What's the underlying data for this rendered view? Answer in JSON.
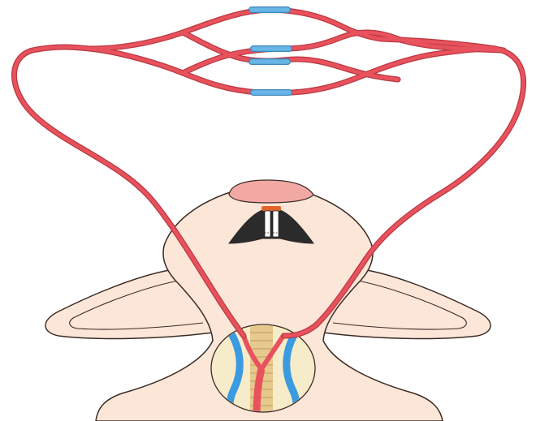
{
  "figure": {
    "description_labels": [],
    "colors": {
      "background": "#ffffff",
      "skin": "#fbe6d8",
      "skin_shade": "#f3cdbb",
      "outline": "#3a2a24",
      "artery": "#e8525c",
      "artery_dark": "#c73a44",
      "graft_blue": "#67b6e6",
      "vein_blue": "#3a9be0",
      "trachea": "#e7c98e",
      "trachea_ring": "#c9a465",
      "nose": "#f2a9a4",
      "mouth": "#2b2b2b",
      "incisor_band": "#e0662a",
      "tooth": "#ffffff",
      "neck_window": "#f7ecc9"
    },
    "icons": [
      "rodent-head",
      "arterial-loop-graft",
      "blue-anastomosis-cuff",
      "cervical-surgical-window"
    ]
  }
}
